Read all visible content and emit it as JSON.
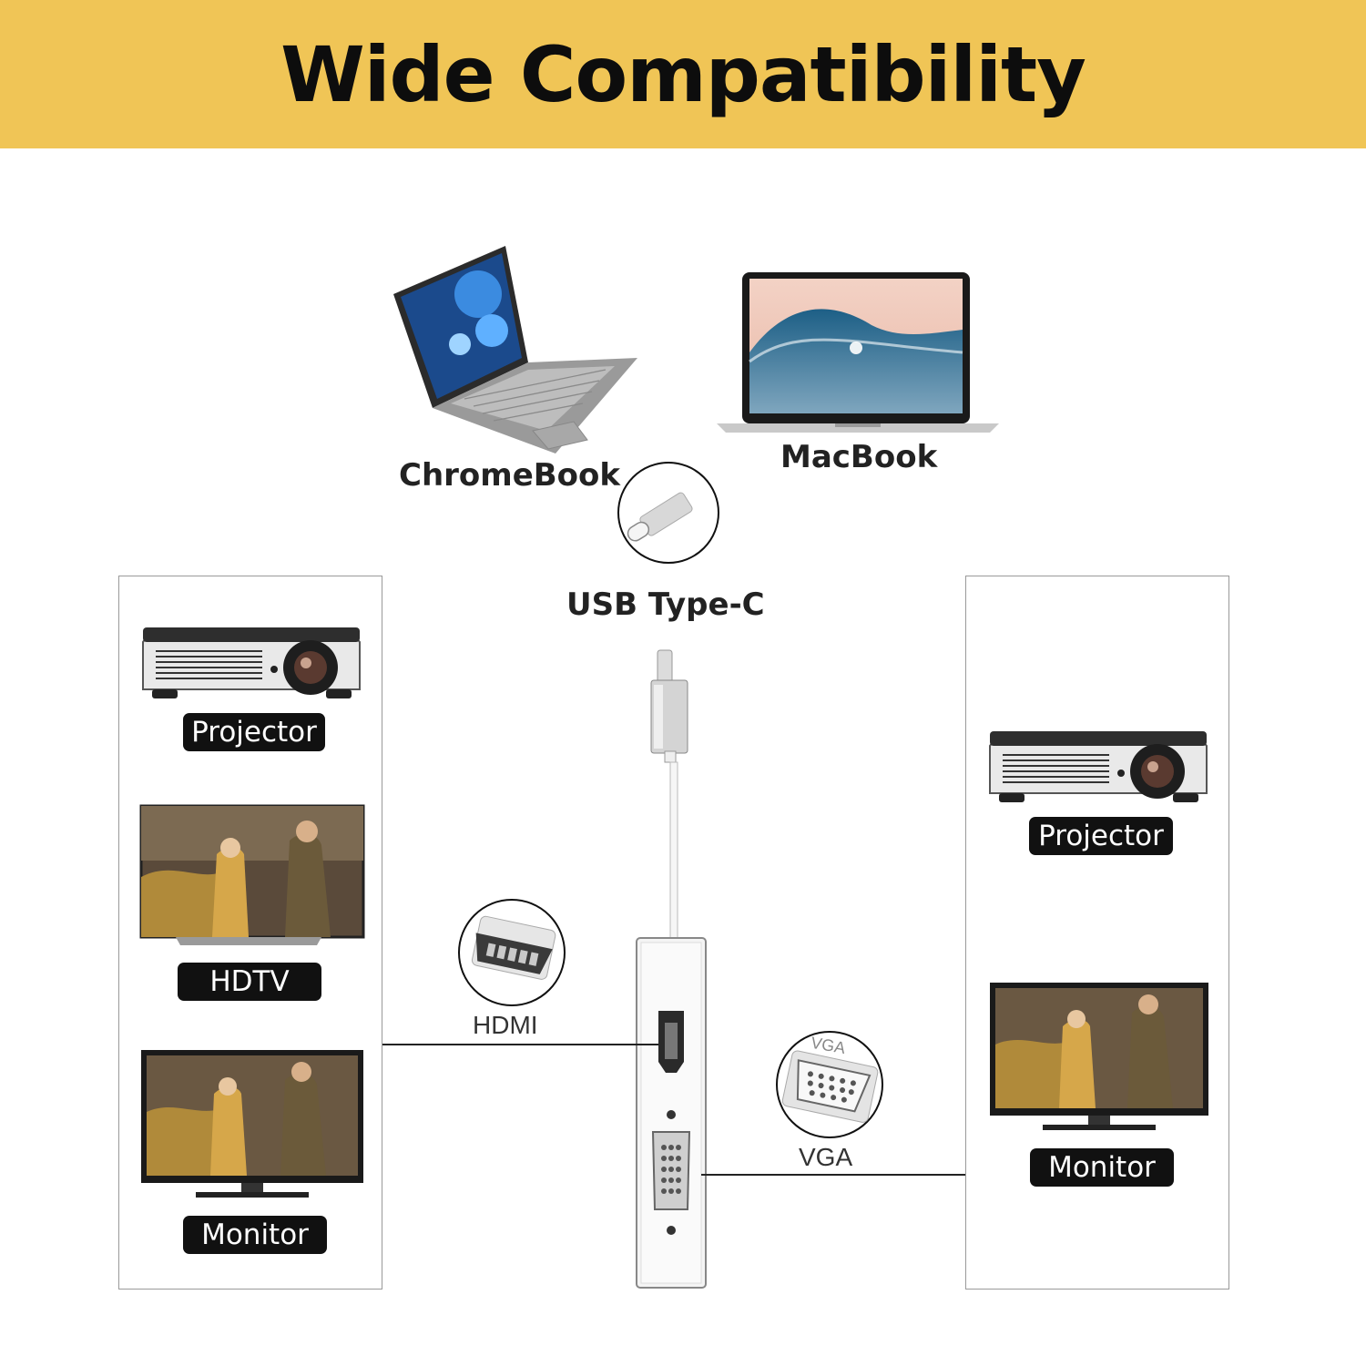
{
  "banner": {
    "title": "Wide Compatibility"
  },
  "sources": {
    "chromebook_label": "ChromeBook",
    "macbook_label": "MacBook",
    "connector_label": "USB Type-C"
  },
  "adapter": {
    "hdmi_label": "HDMI",
    "vga_label": "VGA",
    "vga_port_text": "VGA"
  },
  "left_panel": {
    "items": [
      {
        "label": "Projector",
        "icon": "projector-icon"
      },
      {
        "label": "HDTV",
        "icon": "hdtv-icon"
      },
      {
        "label": "Monitor",
        "icon": "monitor-icon"
      }
    ]
  },
  "right_panel": {
    "items": [
      {
        "label": "Projector",
        "icon": "projector-icon"
      },
      {
        "label": "Monitor",
        "icon": "monitor-icon"
      }
    ]
  },
  "colors": {
    "banner": "#f0c556",
    "label_bg": "#111111",
    "label_text": "#ffffff"
  }
}
